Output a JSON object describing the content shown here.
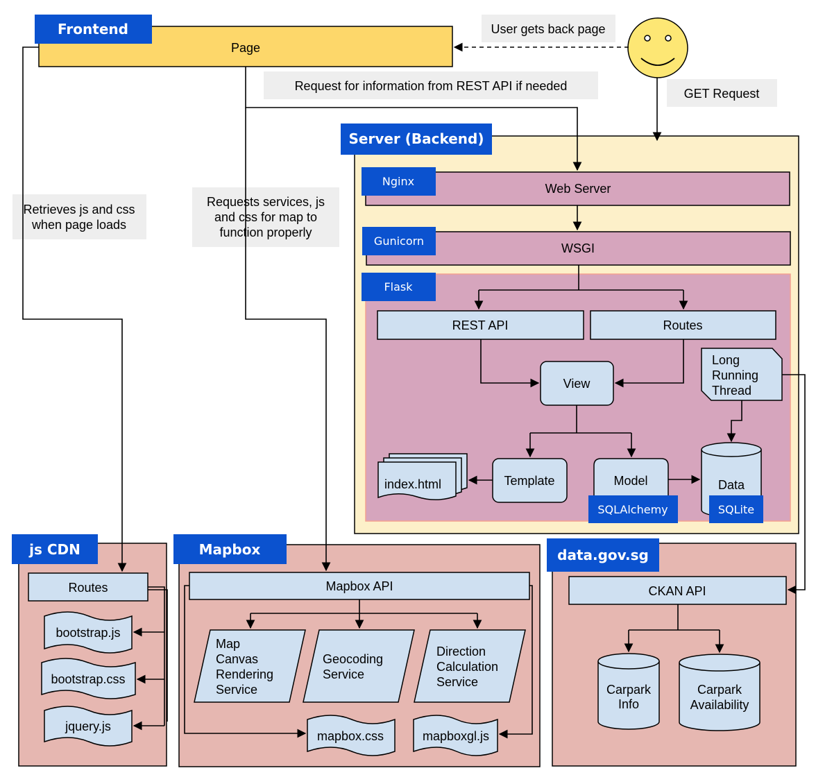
{
  "colors": {
    "tag_blue": "#0b52cf",
    "page_yellow": "#fdd76a",
    "server_bg": "#fdf0c9",
    "server_pink": "#d6a5bd",
    "component_blue": "#cfe0f1",
    "group_pink": "#e6b7b1",
    "note_grey": "#eeeeee",
    "smiley_yellow": "#fde774"
  },
  "frontend": {
    "tag": "Frontend",
    "page": "Page"
  },
  "notes": {
    "user_gets_back_page": "User gets back page",
    "get_request": "GET Request",
    "request_rest_api": "Request for information from REST API if needed",
    "retrieves_js_css": [
      "Retrieves js and css",
      "when page loads"
    ],
    "requests_services": [
      "Requests services, js",
      "and css for map to",
      "function properly"
    ]
  },
  "server": {
    "tag": "Server (Backend)",
    "nginx": {
      "tag": "Nginx",
      "label": "Web Server"
    },
    "gunicorn": {
      "tag": "Gunicorn",
      "label": "WSGI"
    },
    "flask": {
      "tag": "Flask",
      "rest_api": "REST API",
      "routes": "Routes",
      "view": "View",
      "long_running_thread": [
        "Long",
        "Running",
        "Thread"
      ],
      "index_html": "index.html",
      "template": "Template",
      "model": "Model",
      "sqlalchemy": "SQLAlchemy",
      "data": "Data",
      "sqlite": "SQLite"
    }
  },
  "js_cdn": {
    "tag": "js CDN",
    "routes": "Routes",
    "files": [
      "bootstrap.js",
      "bootstrap.css",
      "jquery.js"
    ]
  },
  "mapbox": {
    "tag": "Mapbox",
    "api": "Mapbox API",
    "services": [
      [
        "Map",
        "Canvas",
        "Rendering",
        "Service"
      ],
      [
        "Geocoding",
        "Service"
      ],
      [
        "Direction",
        "Calculation",
        "Service"
      ]
    ],
    "files": [
      "mapbox.css",
      "mapboxgl.js"
    ]
  },
  "datagov": {
    "tag": "data.gov.sg",
    "api": "CKAN API",
    "carpark_info": [
      "Carpark",
      "Info"
    ],
    "carpark_availability": [
      "Carpark",
      "Availability"
    ]
  }
}
